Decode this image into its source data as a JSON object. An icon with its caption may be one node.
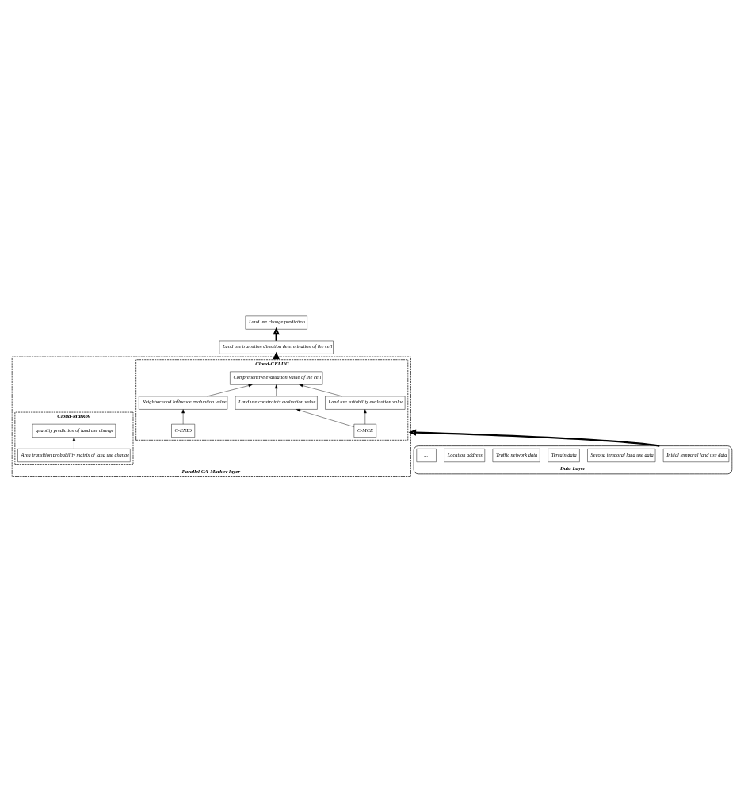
{
  "diagram": {
    "nodes": [
      {
        "text": [
          "Land use change prediction"
        ]
      },
      {
        "text": [
          "Land use transition direction determination of the cell"
        ]
      },
      {
        "text": [
          "Parallel CA-Markov layer"
        ]
      },
      {
        "text": [
          "Cloud-CELUC"
        ],
        "in": 2
      },
      {
        "text": [
          "Comprehensive evaluation Value of the cell"
        ],
        "in": 3
      },
      {
        "text": [
          "Land use constraints evaluation value"
        ],
        "in": 3
      },
      {
        "text": [
          "Land use suitability evaluation value"
        ],
        "in": 3
      },
      {
        "text": [
          "Neighborhood Influence evaluation value"
        ],
        "in": 3
      },
      {
        "text": [
          "C-MCE"
        ],
        "in": 3
      },
      {
        "text": [
          "C-ENID"
        ],
        "in": 3
      },
      {
        "text": [
          "Cloud-Markov"
        ],
        "in": 2
      },
      {
        "text": [
          "quantity prediction of land use change"
        ],
        "in": 10
      },
      {
        "text": [
          "Area transition probability matrix of land use change"
        ],
        "in": 10
      },
      {
        "text": [
          "Data Layer"
        ]
      },
      {
        "text": [
          "Initial temporal land use data"
        ],
        "in": 13
      },
      {
        "text": [
          "Second temporal land use data"
        ],
        "in": 13
      },
      {
        "text": [
          "Terrain data"
        ],
        "in": 13
      },
      {
        "text": [
          "Traffic network data"
        ],
        "in": 13
      },
      {
        "text": [
          "Location address"
        ],
        "in": 13
      },
      {
        "text": [
          "..."
        ],
        "in": 13
      }
    ],
    "edges": [
      {
        "from": 1,
        "to": 0,
        "arrow": "to",
        "style": "thick"
      },
      {
        "from": 2,
        "to": 1,
        "arrow": "to",
        "style": "thick"
      },
      {
        "from": 5,
        "to": 4,
        "arrow": "to"
      },
      {
        "from": 6,
        "to": 4,
        "arrow": "to"
      },
      {
        "from": 7,
        "to": 4,
        "arrow": "to"
      },
      {
        "from": 8,
        "to": 5,
        "arrow": "to"
      },
      {
        "from": 8,
        "to": 6,
        "arrow": "to"
      },
      {
        "from": 9,
        "to": 7,
        "arrow": "to"
      },
      {
        "from": 12,
        "to": 11,
        "arrow": "to"
      },
      {
        "from": 13,
        "to": 2,
        "arrow": "to",
        "style": "thick"
      }
    ]
  }
}
